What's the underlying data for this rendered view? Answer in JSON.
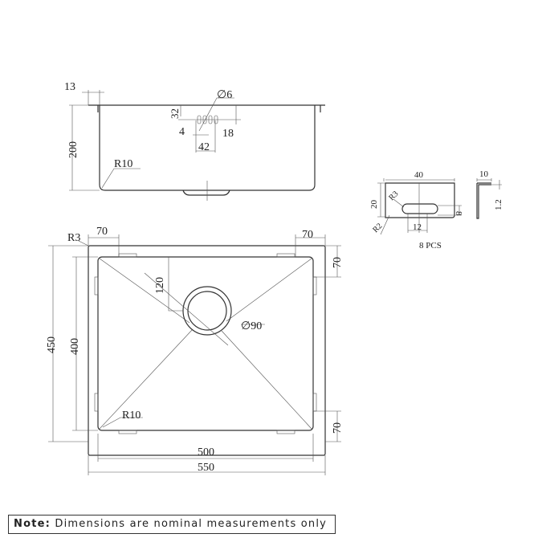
{
  "side_view": {
    "flange": "13",
    "depth": "200",
    "radius": "R10",
    "hole_dia": "∅6",
    "hole_offset": "32",
    "hole_gap": "4",
    "hole_span": "42",
    "hole_height": "18"
  },
  "top_view": {
    "corner_radius": "R3",
    "clip_left": "70",
    "clip_right": "70",
    "clip_top_right": "70",
    "clip_bottom_right": "70",
    "outer_depth": "450",
    "inner_depth": "400",
    "drain_offset": "120",
    "drain_dia": "∅90",
    "inner_radius": "R10",
    "inner_width": "500",
    "outer_width": "550"
  },
  "bracket": {
    "length": "40",
    "height": "20",
    "slot_radius": "R3",
    "slot_height": "8",
    "slot_length": "12",
    "corner_radius": "R2",
    "quantity": "8 PCS",
    "leg": "10",
    "thickness": "1.2"
  },
  "note": {
    "label": "Note:",
    "text": " Dimensions are nominal measurements only"
  }
}
